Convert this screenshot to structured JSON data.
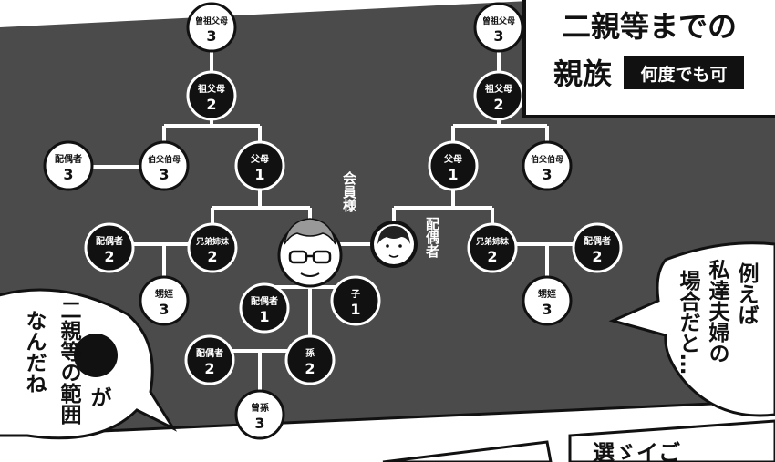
{
  "title_box": {
    "line1": "二親等までの",
    "line2": "親族",
    "badge": "何度でも可"
  },
  "member": {
    "label": "会員様"
  },
  "spouse": {
    "label": "配偶者"
  },
  "nodes": {
    "member_great_grandparents": {
      "label": "曾祖父母",
      "degree": "3",
      "fill": "white"
    },
    "member_grandparents": {
      "label": "祖父母",
      "degree": "2",
      "fill": "black"
    },
    "member_uncles_aunts": {
      "label": "伯父伯母",
      "degree": "3",
      "fill": "white"
    },
    "member_uncles_aunts_spouse": {
      "label": "配偶者",
      "degree": "3",
      "fill": "white"
    },
    "member_parents": {
      "label": "父母",
      "degree": "1",
      "fill": "black"
    },
    "member_siblings": {
      "label": "兄弟姉妹",
      "degree": "2",
      "fill": "black"
    },
    "member_siblings_spouse": {
      "label": "配偶者",
      "degree": "2",
      "fill": "black"
    },
    "member_nephews_nieces": {
      "label": "甥姪",
      "degree": "3",
      "fill": "white"
    },
    "child": {
      "label": "子",
      "degree": "1",
      "fill": "black"
    },
    "child_spouse": {
      "label": "配偶者",
      "degree": "1",
      "fill": "black"
    },
    "grandchild": {
      "label": "孫",
      "degree": "2",
      "fill": "black"
    },
    "grandchild_spouse": {
      "label": "配偶者",
      "degree": "2",
      "fill": "black"
    },
    "great_grandchild": {
      "label": "曾孫",
      "degree": "3",
      "fill": "white"
    },
    "spouse_great_grandparents": {
      "label": "曾祖父母",
      "degree": "3",
      "fill": "white"
    },
    "spouse_grandparents": {
      "label": "祖父母",
      "degree": "2",
      "fill": "black"
    },
    "spouse_parents": {
      "label": "父母",
      "degree": "1",
      "fill": "black"
    },
    "spouse_uncles_aunts": {
      "label": "伯父伯母",
      "degree": "3",
      "fill": "white"
    },
    "spouse_siblings": {
      "label": "兄弟姉妹",
      "degree": "2",
      "fill": "black"
    },
    "spouse_siblings_spouse": {
      "label": "配偶者",
      "degree": "2",
      "fill": "black"
    },
    "spouse_nephews_nieces": {
      "label": "甥姪",
      "degree": "3",
      "fill": "white"
    }
  },
  "bubble_left": {
    "col1": "二親等の範囲",
    "col2": "なんだね",
    "col3": "が"
  },
  "bubble_right": {
    "col1": "例えば",
    "col2": "私達夫婦の",
    "col3": "場合だと…"
  },
  "bottom_fragment": {
    "text": "選ゞイご"
  },
  "colors": {
    "board": "#4b4b4b",
    "ink": "#111111",
    "paper": "#ffffff"
  }
}
